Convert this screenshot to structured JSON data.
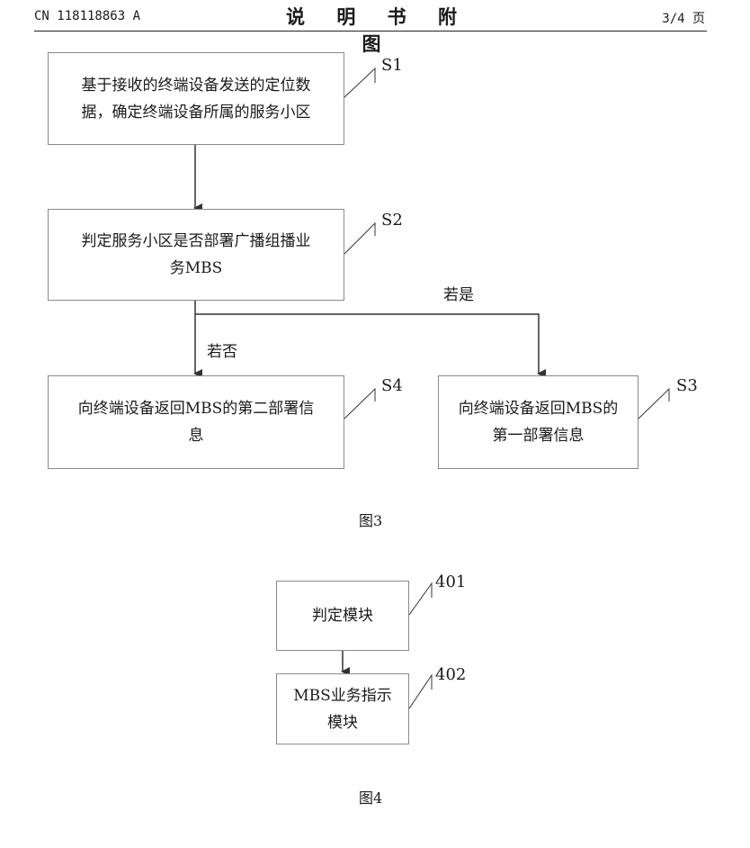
{
  "header": {
    "doc_number": "CN 118118863 A",
    "section_title": "说 明 书 附 图",
    "page": "3/4 页"
  },
  "figure3": {
    "caption": "图3",
    "steps": {
      "s1": {
        "label": "S1",
        "line1": "基于接收的终端设备发送的定位数",
        "line2": "据，确定终端设备所属的服务小区"
      },
      "s2": {
        "label": "S2",
        "line1": "判定服务小区是否部署广播组播业",
        "line2": "务MBS"
      },
      "s3": {
        "label": "S3",
        "line1": "向终端设备返回MBS的",
        "line2": "第一部署信息"
      },
      "s4": {
        "label": "S4",
        "line1": "向终端设备返回MBS的第二部署信",
        "line2": "息"
      }
    },
    "branch_yes": "若是",
    "branch_no": "若否"
  },
  "figure4": {
    "caption": "图4",
    "modules": {
      "m401": {
        "label": "401",
        "line1": "判定模块"
      },
      "m402": {
        "label": "402",
        "line1": "MBS业务指示",
        "line2": "模块"
      }
    }
  }
}
